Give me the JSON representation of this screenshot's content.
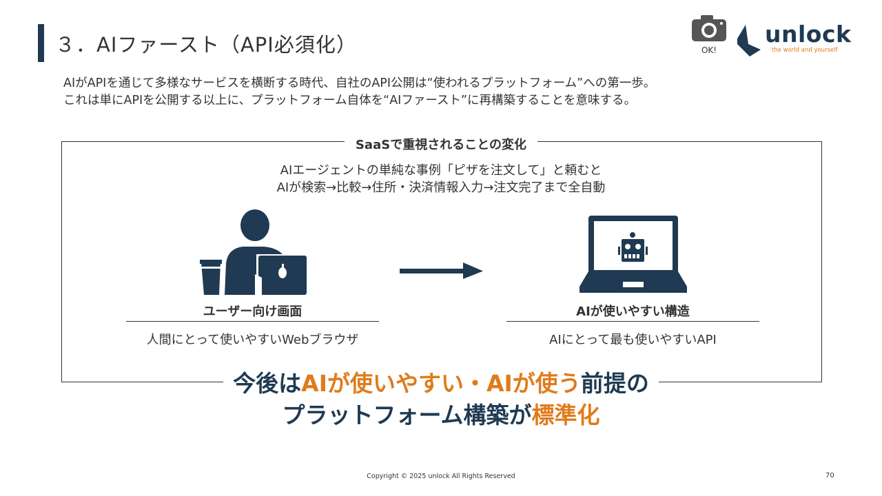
{
  "header": {
    "title": "３．AIファースト（API必須化）",
    "camera_label": "OK!",
    "logo_text": "unlock",
    "logo_tagline": "the world and yourself"
  },
  "description": [
    "AIがAPIを通じて多様なサービスを横断する時代、自社のAPI公開は“使われるプラットフォーム”への第一歩。",
    "これは単にAPIを公開する以上に、プラットフォーム自体を“AIファースト”に再構築することを意味する。"
  ],
  "box": {
    "heading": "SaaSで重視されることの変化",
    "lines": [
      "AIエージェントの単純な事例「ピザを注文して」と頼むと",
      "AIが検索→比較→住所・決済情報入力→注文完了まで全自動"
    ],
    "left": {
      "label": "ユーザー向け画面",
      "sub": "人間にとって使いやすいWebブラウザ",
      "icon": "person-laptop-icon"
    },
    "right": {
      "label": "AIが使いやすい構造",
      "sub": "AIにとって最も使いやすいAPI",
      "icon": "robot-laptop-icon"
    }
  },
  "conclusion": {
    "l1a": "今後は",
    "l1b": "AIが使いやすい・AIが使う",
    "l1c": "前提の",
    "l2a": "プラットフォーム構築が",
    "l2b": "標準化"
  },
  "footer": {
    "copyright": "Copyright © 2025 unlock All Rights Reserved",
    "page": "70"
  },
  "colors": {
    "navy": "#1f3a52",
    "orange": "#e07b1a"
  }
}
